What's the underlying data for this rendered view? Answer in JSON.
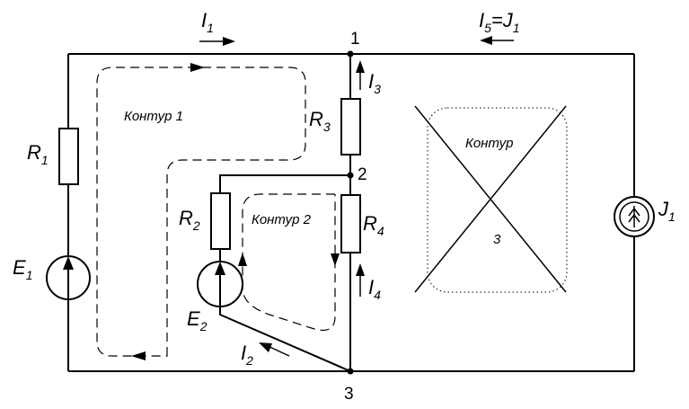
{
  "nodes": {
    "n1": "1",
    "n2": "2",
    "n3": "3"
  },
  "currents": {
    "i1": {
      "main": "I",
      "sub": "1"
    },
    "i2": {
      "main": "I",
      "sub": "2"
    },
    "i3": {
      "main": "I",
      "sub": "3"
    },
    "i4": {
      "main": "I",
      "sub": "4"
    },
    "i5": {
      "main": "I",
      "sub": "5",
      "eq": "=J",
      "eq_sub": "1"
    }
  },
  "resistors": {
    "r1": {
      "main": "R",
      "sub": "1"
    },
    "r2": {
      "main": "R",
      "sub": "2"
    },
    "r3": {
      "main": "R",
      "sub": "3"
    },
    "r4": {
      "main": "R",
      "sub": "4"
    }
  },
  "sources": {
    "e1": {
      "main": "E",
      "sub": "1"
    },
    "e2": {
      "main": "E",
      "sub": "2"
    },
    "j1": {
      "main": "J",
      "sub": "1"
    }
  },
  "loops": {
    "loop1": "Контур 1",
    "loop2": "Контур 2",
    "loop3_title": "Контур",
    "loop3_number": "3"
  }
}
